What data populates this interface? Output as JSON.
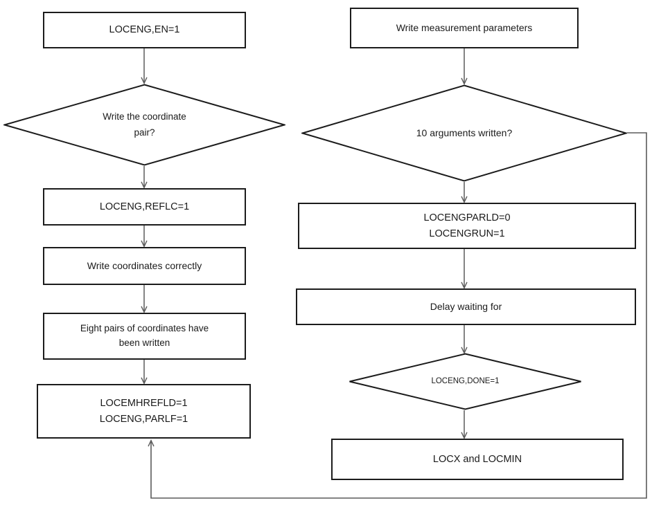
{
  "diagram": {
    "title": "Measurement control flowchart",
    "background_color": "#ffffff",
    "shape_stroke_color": "#1b1b1b",
    "edge_color": "#5a5a5a",
    "text_color": "#1a1a1a",
    "nodes": {
      "loceng_en": {
        "label": "LOCENG,EN=1",
        "type": "process"
      },
      "write_coordinate_pair": {
        "label": "Write the coordinate\npair?",
        "type": "decision"
      },
      "loceng_reflc": {
        "label": "LOCENG,REFLC=1",
        "type": "process"
      },
      "write_coords_correctly": {
        "label": "Write coordinates correctly",
        "type": "process"
      },
      "eight_pairs": {
        "label": "Eight pairs of coordinates have\nbeen written",
        "type": "process"
      },
      "locemhrefld": {
        "label": "LOCEMHREFLD=1\nLOCENG,PARLF=1",
        "type": "process"
      },
      "write_measurement_parameters": {
        "label": "Write measurement parameters",
        "type": "process"
      },
      "ten_arguments": {
        "label": "10 arguments written?",
        "type": "decision"
      },
      "locengparld": {
        "label": "LOCENGPARLD=0\nLOCENGRUN=1",
        "type": "process"
      },
      "delay_waiting": {
        "label": "Delay waiting for",
        "type": "process"
      },
      "loceng_done": {
        "label": "LOCENG,DONE=1",
        "type": "decision"
      },
      "locx_locmin": {
        "label": "LOCX and LOCMIN",
        "type": "process"
      }
    },
    "edges": [
      {
        "name": "edge-en-to-coordpair",
        "from": "loceng_en",
        "to": "write_coordinate_pair",
        "arrow": true
      },
      {
        "name": "edge-coordpair-to-reflc",
        "from": "write_coordinate_pair",
        "to": "loceng_reflc",
        "arrow": true
      },
      {
        "name": "edge-reflc-to-writecoords",
        "from": "loceng_reflc",
        "to": "write_coords_correctly",
        "arrow": true
      },
      {
        "name": "edge-writecoords-to-eightpairs",
        "from": "write_coords_correctly",
        "to": "eight_pairs",
        "arrow": true
      },
      {
        "name": "edge-eightpairs-to-locemhrefld",
        "from": "eight_pairs",
        "to": "locemhrefld",
        "arrow": true
      },
      {
        "name": "edge-params-to-tenargs",
        "from": "write_measurement_parameters",
        "to": "ten_arguments",
        "arrow": true
      },
      {
        "name": "edge-tenargs-to-locengparld",
        "from": "ten_arguments",
        "to": "locengparld",
        "arrow": true
      },
      {
        "name": "edge-locengparld-to-delay",
        "from": "locengparld",
        "to": "delay_waiting",
        "arrow": true
      },
      {
        "name": "edge-delay-to-done",
        "from": "delay_waiting",
        "to": "loceng_done",
        "arrow": true
      },
      {
        "name": "edge-done-to-locx",
        "from": "loceng_done",
        "to": "locx_locmin",
        "arrow": true
      },
      {
        "name": "edge-feedback-tenargs-to-locemhrefld",
        "from": "ten_arguments",
        "to": "locemhrefld",
        "arrow": true,
        "routing": "right-bottom-left-up"
      }
    ]
  }
}
